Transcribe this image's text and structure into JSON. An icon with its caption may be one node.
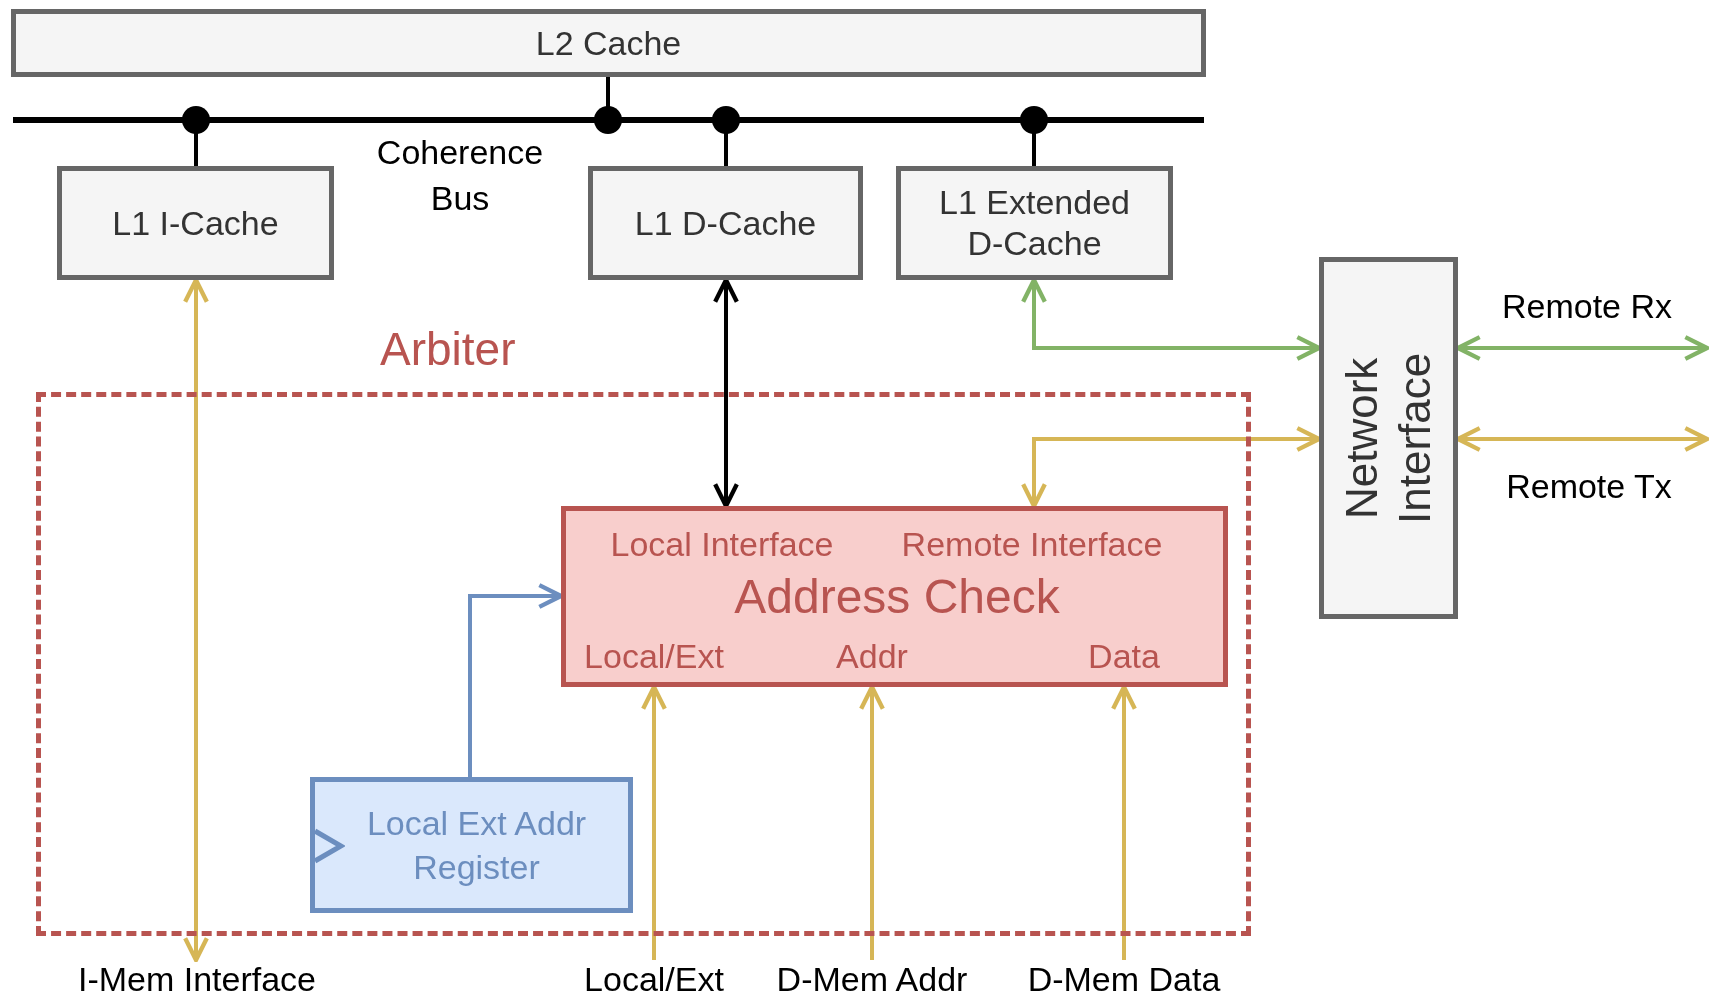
{
  "diagram": {
    "nodes": [
      {
        "text": [
          "L2 Cache"
        ]
      },
      {
        "text": [],
        "shape": "bar",
        "beside": [
          "Coherence Bus"
        ]
      },
      {
        "text": [
          "L1 I-Cache"
        ]
      },
      {
        "text": [
          "L1 D-Cache"
        ]
      },
      {
        "text": [
          "L1 Extended D-Cache"
        ]
      },
      {
        "text": [
          "Arbiter"
        ]
      },
      {
        "text": [
          "Local Interface",
          "Remote Interface",
          "Address Check",
          "Local/Ext",
          "Addr",
          "Data"
        ],
        "in": 5
      },
      {
        "text": [
          "Local Ext Addr Register"
        ],
        "in": 5
      },
      {
        "text": [
          "Network Interface"
        ]
      },
      {
        "text": [
          "I-Mem Interface"
        ]
      },
      {
        "text": [
          "Local/Ext"
        ]
      },
      {
        "text": [
          "D-Mem Addr"
        ]
      },
      {
        "text": [
          "D-Mem Data"
        ]
      }
    ],
    "edges": [
      {
        "from": 1,
        "to": 0,
        "arrow": "other",
        "color": "#000000"
      },
      {
        "from": 1,
        "to": 2,
        "arrow": "other",
        "color": "#000000"
      },
      {
        "from": 1,
        "to": 3,
        "arrow": "other",
        "color": "#000000"
      },
      {
        "from": 1,
        "to": 4,
        "arrow": "other",
        "color": "#000000"
      },
      {
        "from": 2,
        "to": 9,
        "arrow": "both"
      },
      {
        "from": 3,
        "to": 6,
        "arrow": "both",
        "color": "#000000"
      },
      {
        "from": 4,
        "to": 8,
        "arrow": "both",
        "color": "#82b366"
      },
      {
        "from": 6,
        "to": 8,
        "arrow": "both"
      },
      {
        "from": 7,
        "to": 6,
        "arrow": "to",
        "color": "#6c8ebf"
      },
      {
        "from": 10,
        "to": 6,
        "arrow": "to"
      },
      {
        "from": 11,
        "to": 6,
        "arrow": "to"
      },
      {
        "from": 12,
        "to": 6,
        "arrow": "to"
      },
      {
        "from": 8,
        "to": null,
        "arrow": "both",
        "color": "#82b366",
        "label": "Remote Rx"
      },
      {
        "from": 8,
        "to": null,
        "arrow": "both",
        "label": "Remote Tx"
      }
    ]
  }
}
